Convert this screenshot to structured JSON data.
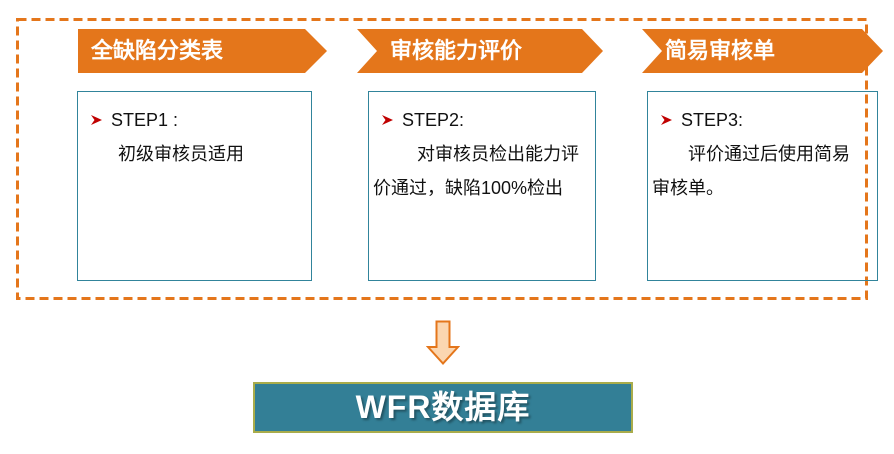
{
  "diagram": {
    "steps": [
      {
        "header": "全缺陷分类表",
        "step_label": "STEP1 :",
        "body_lines": [
          "初级审核员适用"
        ]
      },
      {
        "header": "审核能力评价",
        "step_label": "STEP2:",
        "body_lines": [
          "对审核员检出能力评",
          "价通过，缺陷100%检出"
        ]
      },
      {
        "header": "简易审核单",
        "step_label": "STEP3:",
        "body_lines": [
          "评价通过后使用简易",
          "审核单。"
        ]
      }
    ],
    "database_label": "WFR数据库",
    "icons": {
      "bullet": "red-arrowhead-bullet",
      "flow": "down-arrow"
    },
    "colors": {
      "accent_orange": "#E4761B",
      "flow_arrow_fill": "#FBD6B0",
      "db_fill": "#337F96",
      "db_border": "#A9AC4B",
      "box_border": "#31849B",
      "bullet_red": "#C00000"
    }
  }
}
